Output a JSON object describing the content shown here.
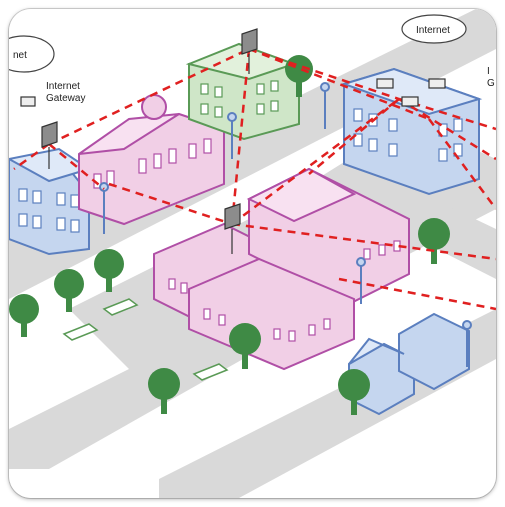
{
  "labels": {
    "internet_left": "net",
    "internet_right": "Internet",
    "gateway_line1": "Internet",
    "gateway_line2": "Gateway",
    "right_edge_line1": "I",
    "right_edge_line2": "G"
  },
  "colors": {
    "road": "#d7d7d7",
    "ground": "#ffffff",
    "blue_building": "#c5d6ef",
    "blue_outline": "#5b7fbf",
    "pink_building": "#f1cfe6",
    "pink_outline": "#b04fa6",
    "green_building": "#cfe6c8",
    "green_outline": "#5a9a56",
    "tree": "#3f8a45",
    "link": "#e02020"
  }
}
